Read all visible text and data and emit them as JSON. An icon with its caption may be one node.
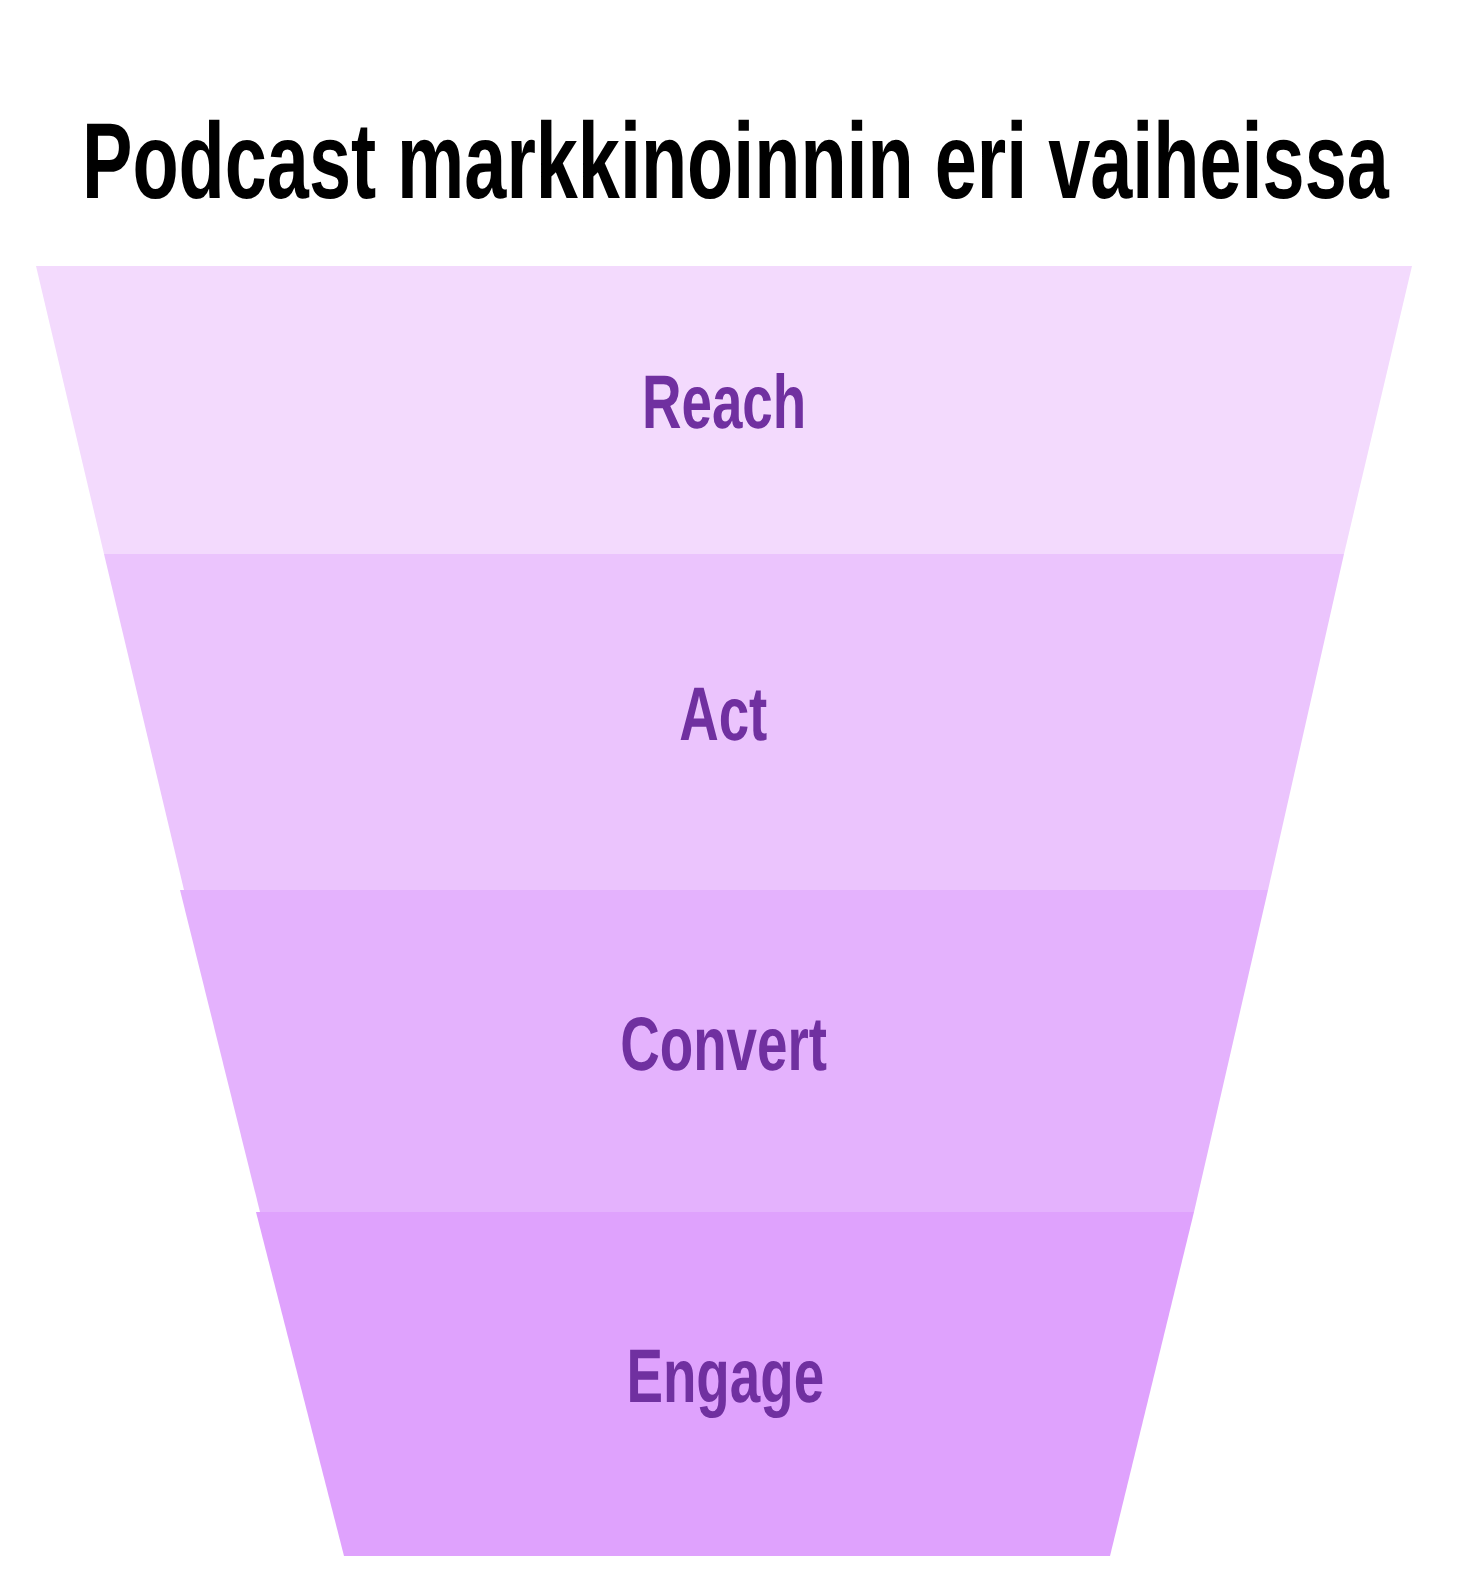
{
  "diagram": {
    "title": "Podcast markkinoinnin eri vaiheissa",
    "nodes": [
      {
        "text": [
          "Reach"
        ]
      },
      {
        "text": [
          "Act"
        ]
      },
      {
        "text": [
          "Convert"
        ]
      },
      {
        "text": [
          "Engage"
        ]
      }
    ]
  }
}
